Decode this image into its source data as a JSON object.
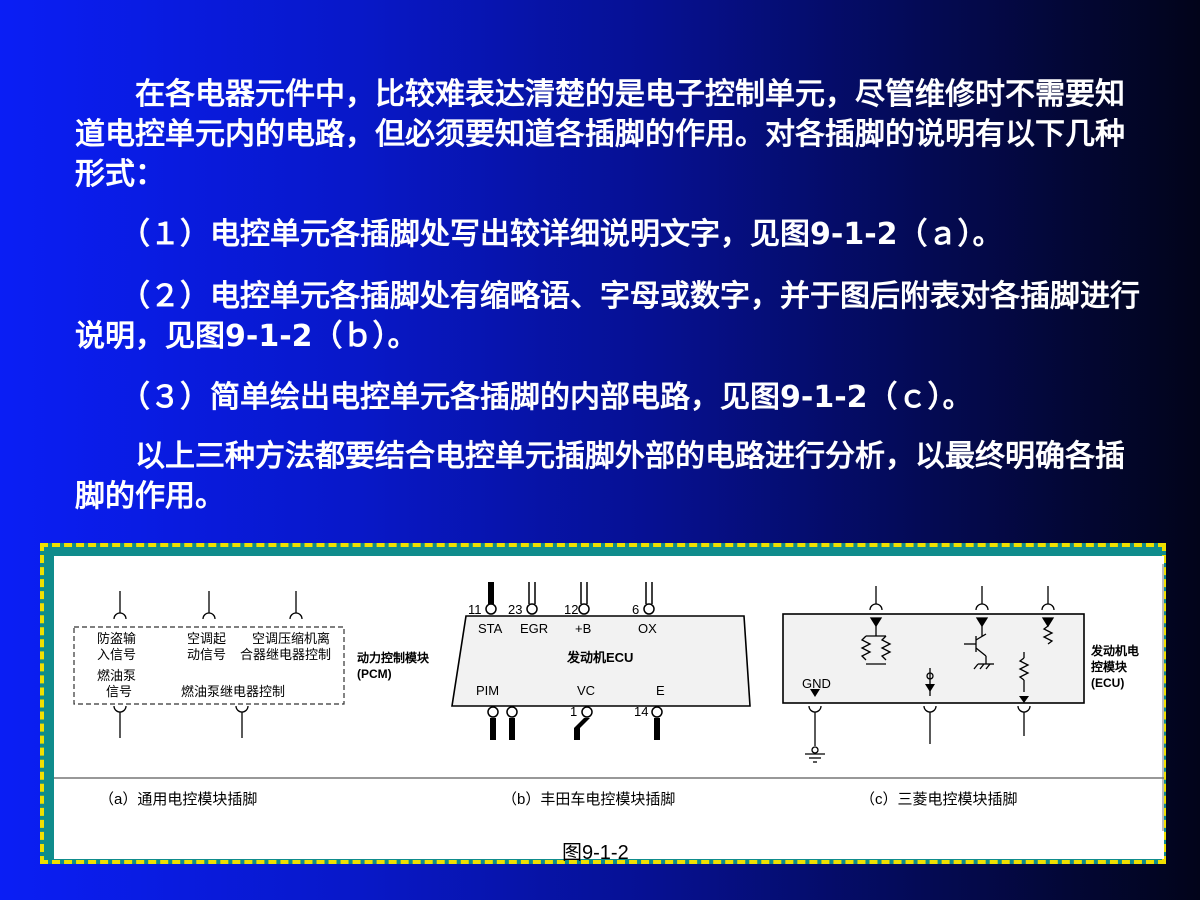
{
  "paragraphs": [
    "　　在各电器元件中，比较难表达清楚的是电子控制单元，尽管维修时不需要知道电控单元内的电路，但必须要知道各插脚的作用。对各插脚的说明有以下几种形式：",
    "　　（１）电控单元各插脚处写出较详细说明文字，见图9-1-2（ａ）。",
    "　　（２）电控单元各插脚处有缩略语、字母或数字，并于图后附表对各插脚进行说明，见图9-1-2（ｂ）。",
    "　　（３）简单绘出电控单元各插脚的内部电路，见图9-1-2（ｃ）。",
    "　　以上三种方法都要结合电控单元插脚外部的电路进行分析，以最终明确各插脚的作用。"
  ],
  "figure": {
    "title": "图9-1-2",
    "a": {
      "caption": "（a）通用电控模块插脚",
      "labels": [
        "防盗输",
        "入信号",
        "空调起",
        "动信号",
        "空调压缩机离",
        "合器继电器控制",
        "燃油泵",
        "信号",
        "燃油泵继电器控制"
      ],
      "module_label": [
        "动力控制模块",
        "(PCM)"
      ]
    },
    "b": {
      "caption": "（b）丰田车电控模块插脚",
      "ecu_label": "发动机ECU",
      "pins_top": [
        "STA",
        "EGR",
        "+B",
        "OX"
      ],
      "pin_nums_top": [
        "11",
        "23",
        "12",
        "6"
      ],
      "pins_bottom": [
        "PIM",
        "VC",
        "E"
      ],
      "pin_nums_bottom": [
        "1",
        "14"
      ]
    },
    "c": {
      "caption": "（c）三菱电控模块插脚",
      "gnd_label": "GND",
      "module_label": [
        "发动机电",
        "控模块",
        "(ECU)"
      ]
    }
  }
}
